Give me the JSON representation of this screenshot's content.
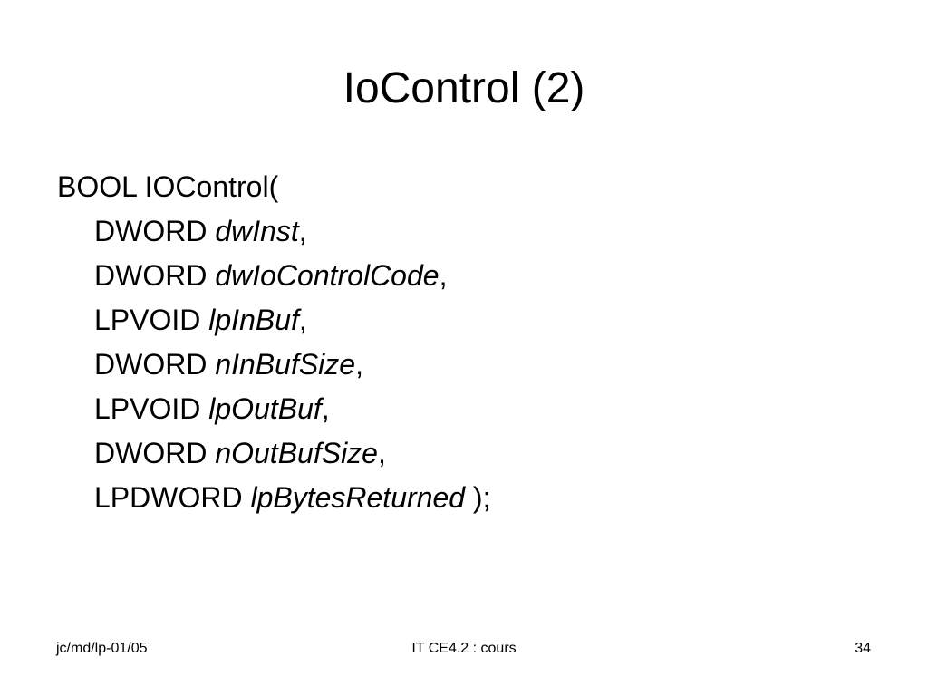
{
  "slide": {
    "title": "IoControl (2)",
    "signature": {
      "opening": "BOOL IOControl(",
      "params": [
        {
          "type": "DWORD",
          "name": "dwInst",
          "suffix": ","
        },
        {
          "type": "DWORD",
          "name": "dwIoControlCode",
          "suffix": ","
        },
        {
          "type": "LPVOID",
          "name": "lpInBuf",
          "suffix": ","
        },
        {
          "type": "DWORD",
          "name": "nInBufSize",
          "suffix": ","
        },
        {
          "type": "LPVOID",
          "name": "lpOutBuf",
          "suffix": ","
        },
        {
          "type": "DWORD",
          "name": "nOutBufSize",
          "suffix": ","
        },
        {
          "type": "LPDWORD",
          "name": "lpBytesReturned",
          "suffix": " );"
        }
      ]
    }
  },
  "footer": {
    "left": "jc/md/lp-01/05",
    "center": "IT CE4.2 : cours",
    "page_number": "34"
  }
}
